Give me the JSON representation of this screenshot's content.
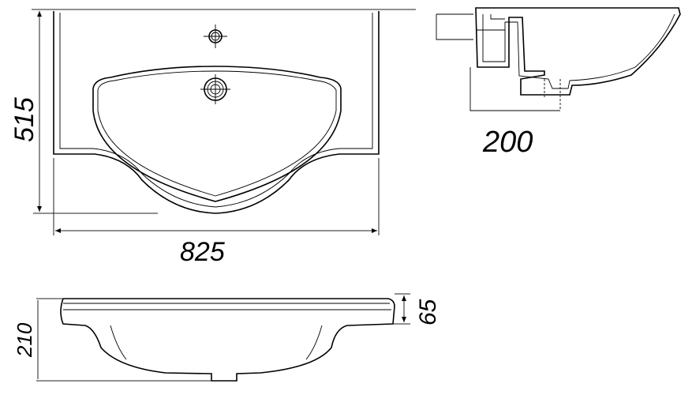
{
  "dimensions": {
    "depth": "515",
    "width": "825",
    "side_offset": "200",
    "total_height": "210",
    "rim_height": "65"
  },
  "colors": {
    "line": "#000000",
    "background": "#ffffff"
  }
}
